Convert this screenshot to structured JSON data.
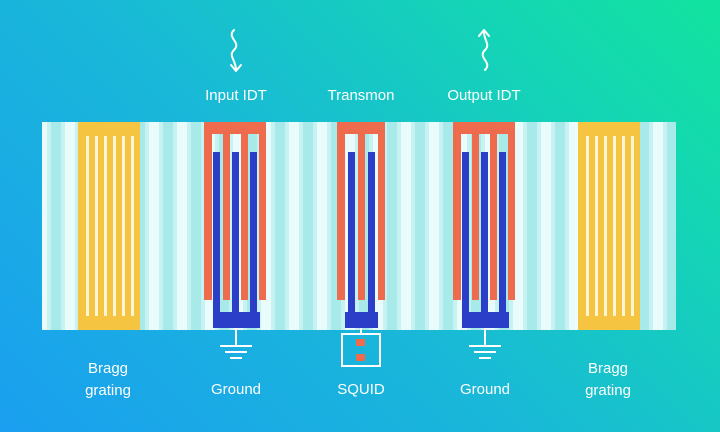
{
  "labels": {
    "input_idt": "Input IDT",
    "transmon": "Transmon",
    "output_idt": "Output IDT",
    "bragg_left_1": "Bragg",
    "bragg_left_2": "grating",
    "ground_left": "Ground",
    "squid": "SQUID",
    "ground_right": "Ground",
    "bragg_right_1": "Bragg",
    "bragg_right_2": "grating"
  },
  "icons": {
    "input_wave": "wave-arrow-down-icon",
    "output_wave": "wave-arrow-up-icon",
    "ground": "ground-symbol-icon",
    "squid": "squid-junction-icon"
  },
  "colors": {
    "bragg_gold": "#f5c542",
    "electrode_orange": "#ee6b4d",
    "electrode_blue": "#2b3ec7",
    "substrate_light": "#e9fbfb",
    "substrate_teal": "#9fe8e8",
    "wire_white": "#ffffff"
  }
}
